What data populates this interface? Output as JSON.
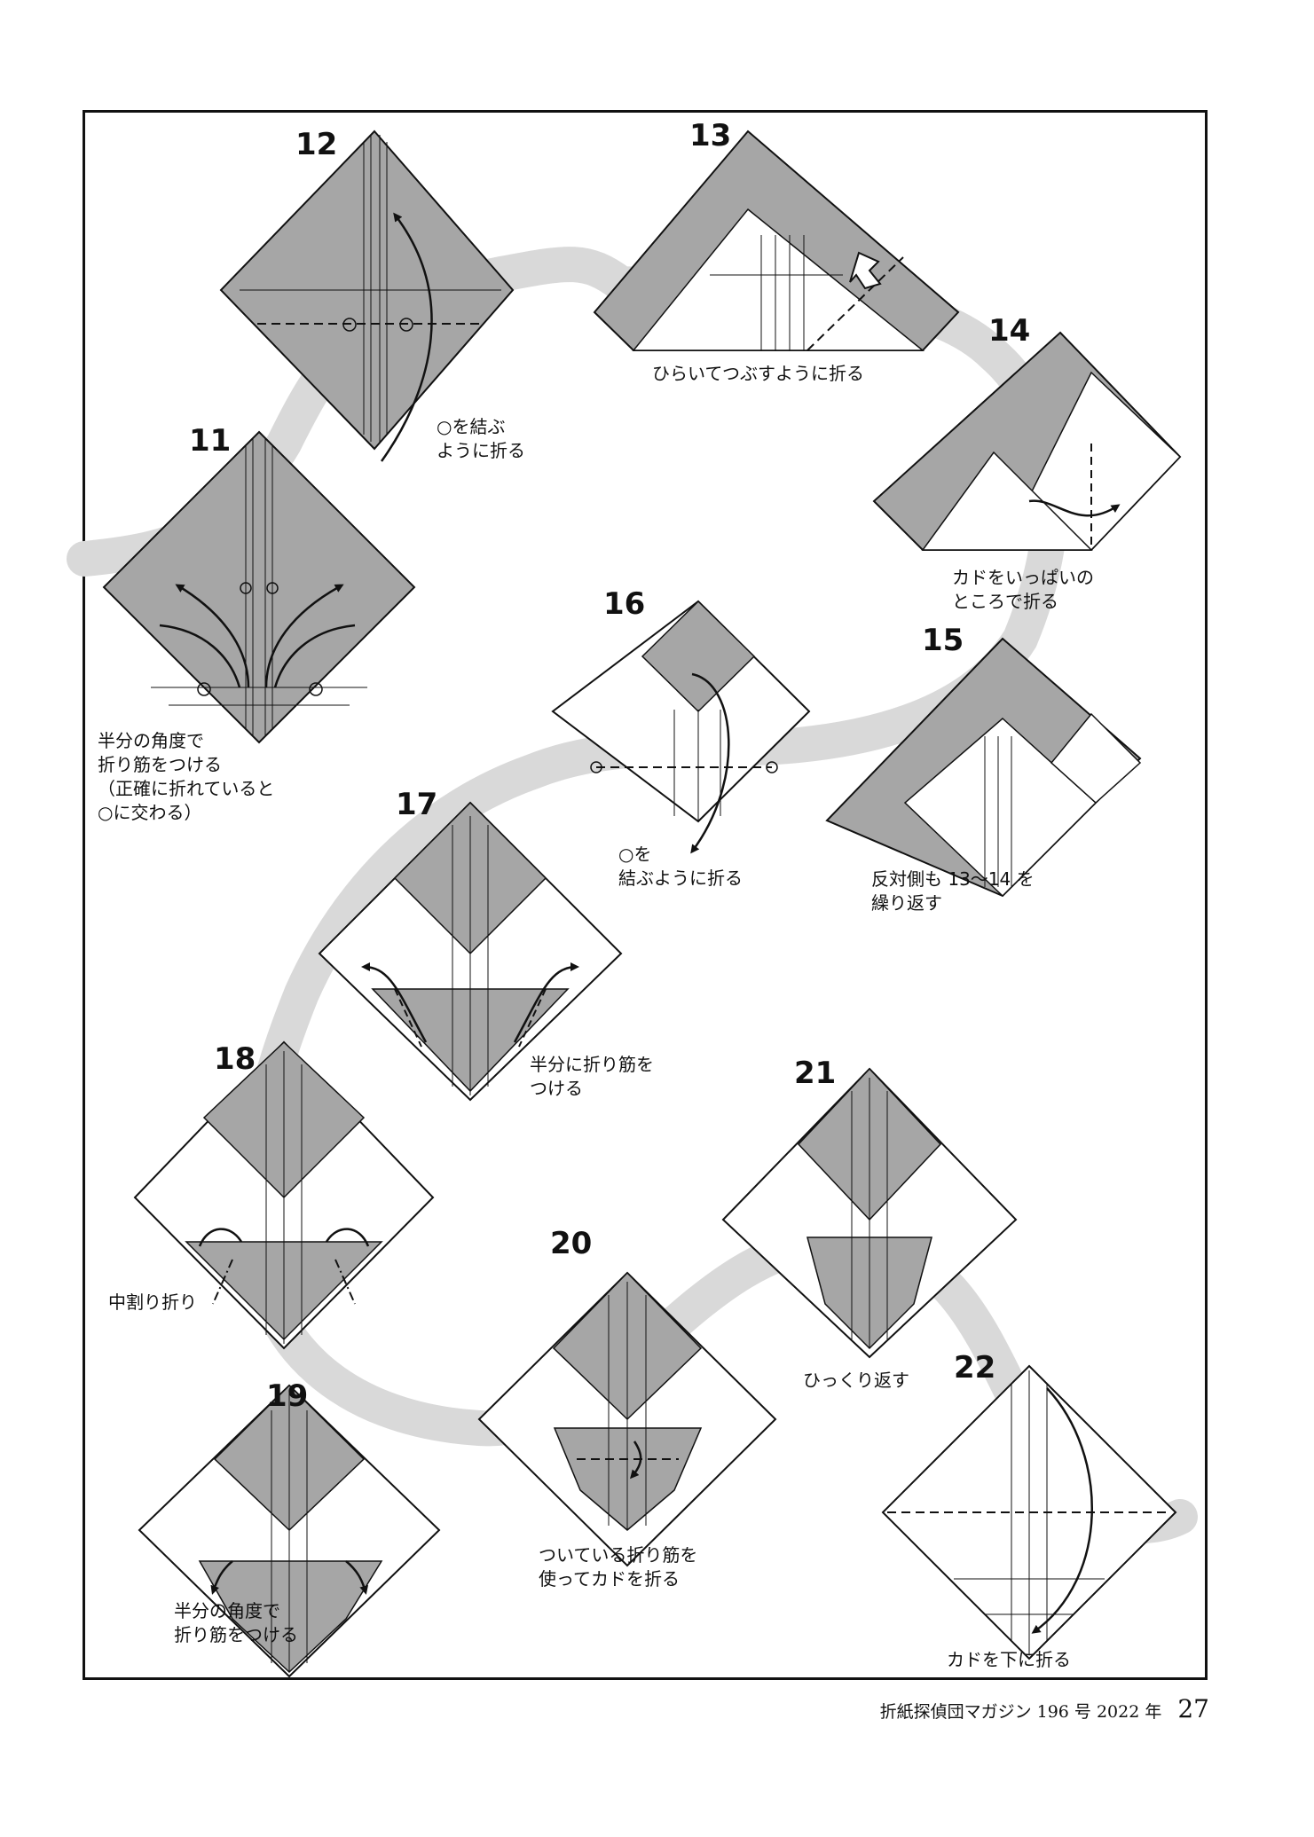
{
  "steps": [
    {
      "num": "11",
      "caption": [
        "半分の角度で",
        "折り筋をつける",
        "（正確に折れていると",
        "○に交わる）"
      ]
    },
    {
      "num": "12",
      "caption": [
        "○を結ぶ",
        "ように折る"
      ]
    },
    {
      "num": "13",
      "caption": [
        "ひらいてつぶすように折る"
      ]
    },
    {
      "num": "14",
      "caption": [
        "カドをいっぱいの",
        "ところで折る"
      ]
    },
    {
      "num": "15",
      "caption": [
        "反対側も 13～14 を",
        "繰り返す"
      ]
    },
    {
      "num": "16",
      "caption": [
        "○を",
        "結ぶように折る"
      ]
    },
    {
      "num": "17",
      "caption": [
        "半分に折り筋を",
        "つける"
      ]
    },
    {
      "num": "18",
      "caption": [
        "中割り折り"
      ]
    },
    {
      "num": "19",
      "caption": [
        "半分の角度で",
        "折り筋をつける"
      ]
    },
    {
      "num": "20",
      "caption": [
        "ついている折り筋を",
        "使ってカドを折る"
      ]
    },
    {
      "num": "21",
      "caption": [
        "ひっくり返す"
      ]
    },
    {
      "num": "22",
      "caption": [
        "カドを下に折る"
      ]
    }
  ],
  "footer": {
    "magazine": "折紙探偵団マガジン 196 号 2022 年",
    "page": "27"
  },
  "colors": {
    "paper_gray": "#a6a6a6",
    "path_gray": "#d9d9d9",
    "line": "#111111"
  }
}
